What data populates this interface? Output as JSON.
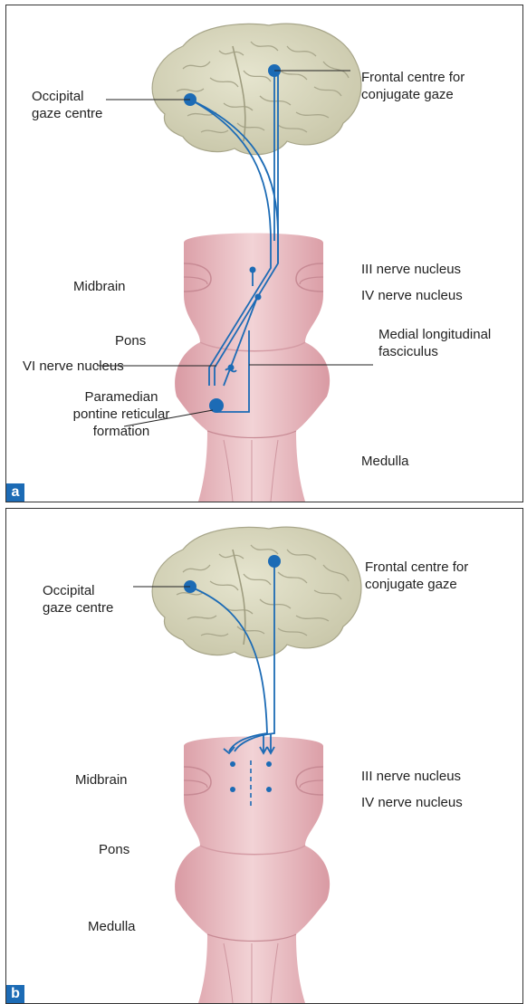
{
  "panel_a": {
    "tag": "a",
    "labels": {
      "occipital_gaze_centre": "Occipital\ngaze centre",
      "frontal_centre": "Frontal centre for\nconjugate gaze",
      "midbrain": "Midbrain",
      "iii_nerve_nucleus": "III nerve nucleus",
      "iv_nerve_nucleus": "IV nerve nucleus",
      "pons": "Pons",
      "medial_longitudinal_fasciculus": "Medial longitudinal\nfasciculus",
      "vi_nerve_nucleus": "VI nerve nucleus",
      "paramedian_pontine_reticular_formation": "Paramedian\npontine reticular\nformation",
      "medulla": "Medulla"
    }
  },
  "panel_b": {
    "tag": "b",
    "labels": {
      "occipital_gaze_centre": "Occipital\ngaze centre",
      "frontal_centre": "Frontal centre for\nconjugate gaze",
      "midbrain": "Midbrain",
      "iii_nerve_nucleus": "III nerve nucleus",
      "iv_nerve_nucleus": "IV nerve nucleus",
      "pons": "Pons",
      "medulla": "Medulla"
    }
  },
  "colors": {
    "pathway": "#1c6bb5",
    "brain": "#d9d8c0",
    "brainstem": "#e9bfc4",
    "tag_background": "#1c6bb5",
    "border": "#333333"
  }
}
